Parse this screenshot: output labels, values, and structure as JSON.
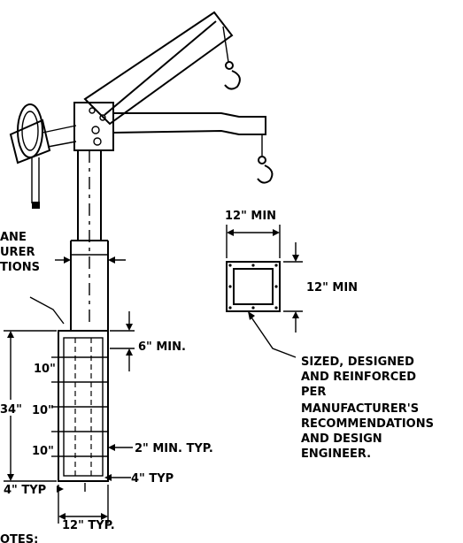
{
  "labels": {
    "crane_note": [
      "ANE",
      "URER",
      "TIONS"
    ],
    "pad_width": "12\" MIN",
    "pad_depth": "12\" MIN",
    "footing_note": [
      "SIZED, DESIGNED",
      "AND REINFORCED",
      "PER",
      "MANUFACTURER'S",
      "RECOMMENDATIONS",
      "AND DESIGN",
      "ENGINEER."
    ],
    "six_min": "6\" MIN.",
    "spacing_1": "10\"",
    "spacing_2": "10\"",
    "spacing_3": "10\"",
    "depth": "34\"",
    "two_min": "2\" MIN. TYP.",
    "four_typ_right": "4\" TYP",
    "four_typ_left": "4\" TYP",
    "twelve_typ": "12\" TYP.",
    "notes_partial": "OTES:"
  }
}
